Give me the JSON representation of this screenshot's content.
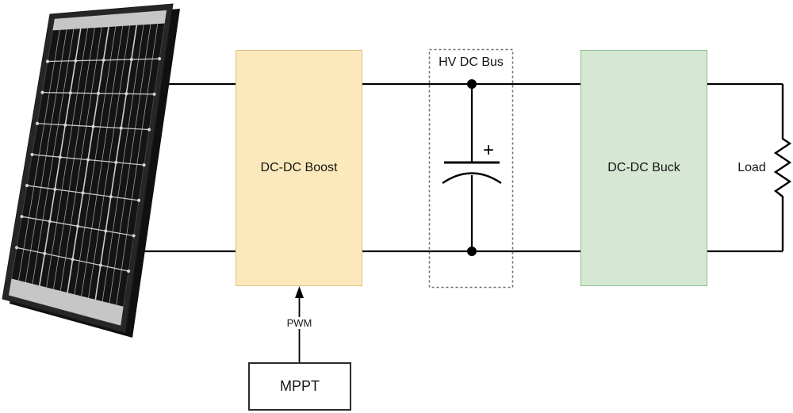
{
  "diagram": {
    "blocks": {
      "boost": {
        "label": "DC-DC Boost",
        "fill": "#FBE9BC",
        "stroke": "#DCC083"
      },
      "buck": {
        "label": "DC-DC Buck",
        "fill": "#D6E8D4",
        "stroke": "#8FBD8A"
      },
      "hv_bus": {
        "label": "HV DC Bus",
        "border_style": "dashed"
      },
      "mppt": {
        "label": "MPPT"
      },
      "load": {
        "label": "Load"
      },
      "pwm_signal": {
        "label": "PWM"
      },
      "capacitor": {
        "polarity_label": "+"
      }
    },
    "icons": {
      "solar_panel": "solar-panel-icon",
      "capacitor": "polarized-capacitor-symbol",
      "resistor": "resistor-zigzag-symbol",
      "pwm_arrow": "up-arrow-icon"
    },
    "colors": {
      "background": "#FFFFFF",
      "wire": "#000000",
      "dashed_border": "#6F6F6F",
      "panel_frame": "#262626",
      "panel_glass": "#141414",
      "panel_grid": "#C9C9C9"
    }
  }
}
